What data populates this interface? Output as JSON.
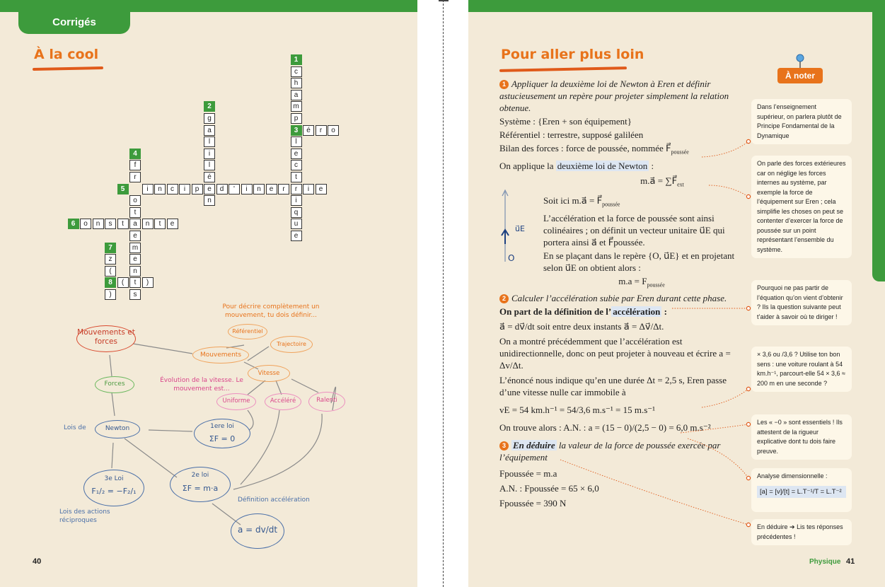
{
  "left_page": {
    "tab_label": "Corrigés",
    "section_title": "À la cool",
    "page_number": "40",
    "crossword": {
      "cells": [
        {
          "col": 7,
          "row": 1,
          "ch": "c"
        },
        {
          "col": 7,
          "row": 2,
          "ch": "h"
        },
        {
          "col": 7,
          "row": 3,
          "ch": "a"
        },
        {
          "col": 7,
          "row": 4,
          "ch": "m"
        },
        {
          "col": 7,
          "row": 5,
          "ch": "p"
        },
        {
          "col": 7,
          "row": 6,
          "ch": "é"
        },
        {
          "col": 7,
          "row": 7,
          "ch": "l"
        },
        {
          "col": 7,
          "row": 8,
          "ch": "e"
        },
        {
          "col": 7,
          "row": 9,
          "ch": "c"
        },
        {
          "col": 7,
          "row": 10,
          "ch": "t"
        },
        {
          "col": 7,
          "row": 11,
          "ch": "r"
        },
        {
          "col": 7,
          "row": 12,
          "ch": "i"
        },
        {
          "col": 7,
          "row": 13,
          "ch": "q"
        },
        {
          "col": 7,
          "row": 14,
          "ch": "u"
        },
        {
          "col": 7,
          "row": 15,
          "ch": "e"
        },
        {
          "col": 0,
          "row": 5,
          "ch": "g"
        },
        {
          "col": 0,
          "row": 6,
          "ch": "a"
        },
        {
          "col": 0,
          "row": 7,
          "ch": "l"
        },
        {
          "col": 0,
          "row": 8,
          "ch": "i"
        },
        {
          "col": 0,
          "row": 9,
          "ch": "l"
        },
        {
          "col": 0,
          "row": 10,
          "ch": "é"
        },
        {
          "col": 0,
          "row": 11,
          "ch": "e"
        },
        {
          "col": 0,
          "row": 12,
          "ch": "n"
        },
        {
          "col": 8,
          "row": 6,
          "ch": "é"
        },
        {
          "col": 9,
          "row": 6,
          "ch": "r"
        },
        {
          "col": 10,
          "row": 6,
          "ch": "o"
        },
        {
          "col": -6,
          "row": 9,
          "ch": "f"
        },
        {
          "col": -6,
          "row": 10,
          "ch": "r"
        },
        {
          "col": -6,
          "row": 12,
          "ch": "o"
        },
        {
          "col": -6,
          "row": 13,
          "ch": "t"
        },
        {
          "col": -6,
          "row": 15,
          "ch": "e"
        },
        {
          "col": -6,
          "row": 16,
          "ch": "m"
        },
        {
          "col": -6,
          "row": 17,
          "ch": "e"
        },
        {
          "col": -6,
          "row": 18,
          "ch": "n"
        },
        {
          "col": -6,
          "row": 19,
          "ch": "t"
        },
        {
          "col": -6,
          "row": 20,
          "ch": "s"
        },
        {
          "col": -7,
          "row": 11,
          "ch": "p"
        },
        {
          "col": -5,
          "row": 11,
          "ch": "i"
        },
        {
          "col": -4,
          "row": 11,
          "ch": "n"
        },
        {
          "col": -3,
          "row": 11,
          "ch": "c"
        },
        {
          "col": -2,
          "row": 11,
          "ch": "i"
        },
        {
          "col": -1,
          "row": 11,
          "ch": "p"
        },
        {
          "col": 1,
          "row": 11,
          "ch": "d"
        },
        {
          "col": 2,
          "row": 11,
          "ch": "'"
        },
        {
          "col": 3,
          "row": 11,
          "ch": "i"
        },
        {
          "col": 4,
          "row": 11,
          "ch": "n"
        },
        {
          "col": 5,
          "row": 11,
          "ch": "e"
        },
        {
          "col": 6,
          "row": 11,
          "ch": "r"
        },
        {
          "col": 8,
          "row": 11,
          "ch": "i"
        },
        {
          "col": 9,
          "row": 11,
          "ch": "e"
        },
        {
          "col": -11,
          "row": 14,
          "ch": "c"
        },
        {
          "col": -10,
          "row": 14,
          "ch": "o"
        },
        {
          "col": -9,
          "row": 14,
          "ch": "n"
        },
        {
          "col": -8,
          "row": 14,
          "ch": "s"
        },
        {
          "col": -7,
          "row": 14,
          "ch": "t"
        },
        {
          "col": -6,
          "row": 14,
          "ch": "a"
        },
        {
          "col": -5,
          "row": 14,
          "ch": "n"
        },
        {
          "col": -4,
          "row": 14,
          "ch": "t"
        },
        {
          "col": -3,
          "row": 14,
          "ch": "e"
        },
        {
          "col": -8,
          "row": 17,
          "ch": "z"
        },
        {
          "col": -8,
          "row": 18,
          "ch": "("
        },
        {
          "col": -8,
          "row": 20,
          "ch": ")"
        },
        {
          "col": -8,
          "row": 19,
          "ch": "x"
        },
        {
          "col": -7,
          "row": 19,
          "ch": "("
        },
        {
          "col": -6,
          "row": 19,
          "ch": "t"
        },
        {
          "col": -5,
          "row": 19,
          "ch": ")"
        }
      ],
      "numbers": [
        {
          "col": 7,
          "row": 0,
          "n": "1"
        },
        {
          "col": 0,
          "row": 4,
          "n": "2"
        },
        {
          "col": 7,
          "row": 6,
          "n": "3"
        },
        {
          "col": -6,
          "row": 8,
          "n": "4"
        },
        {
          "col": -7,
          "row": 11,
          "n": "5"
        },
        {
          "col": -11,
          "row": 14,
          "n": "6"
        },
        {
          "col": -8,
          "row": 16,
          "n": "7"
        },
        {
          "col": -8,
          "row": 19,
          "n": "8"
        }
      ]
    },
    "mind_map": {
      "mouvements_forces": "Mouvements et forces",
      "forces": "Forces",
      "lois_de": "Lois de",
      "newton": "Newton",
      "loi3": "3e Loi",
      "loi3_formula": "F₁/₂ = −F₂/₁",
      "lois_actions": "Lois des actions réciproques",
      "loi2": "2e loi",
      "loi2_formula": "ΣF = m·a",
      "loi1": "1ere loi",
      "loi1_formula": "ΣF = 0",
      "definition_acceleration": "Définition accélération",
      "def_formula": "a = dv/dt",
      "pour_decrire": "Pour décrire complètement un mouvement, tu dois définir...",
      "mouvements": "Mouvements",
      "referentiel": "Référentiel",
      "trajectoire": "Trajectoire",
      "vitesse": "Vitesse",
      "evolution": "Évolution de la vitesse. Le mouvement est...",
      "uniforme": "Uniforme",
      "accelere": "Accéléré",
      "ralenti": "Ralenti"
    }
  },
  "right_page": {
    "section_title": "Pour aller plus loin",
    "badge": "À noter",
    "footer_subject": "Physique",
    "page_number": "41",
    "q1": {
      "num": "1",
      "prompt": "Appliquer la deuxième loi de Newton à Eren et définir astucieusement un repère pour projeter simplement la relation obtenue.",
      "systeme": "Système : {Eren + son équipement}",
      "referentiel": "Référentiel : terrestre, supposé galiléen",
      "bilan": "Bilan des forces : force de poussée, nommée F⃗",
      "bilan_sub": "poussée",
      "applique_pre": "On applique la ",
      "applique_link": "deuxième loi de Newton",
      "applique_post": " :",
      "eq1": "m.a⃗ = ∑F⃗",
      "eq1_sub": "ext",
      "soit": "Soit ici m.a⃗ = F⃗",
      "soit_sub": "poussée",
      "para": "L’accélération et la force de poussée sont ainsi colinéaires ; on définit un vecteur unitaire u⃗E qui portera ainsi a⃗ et F⃗poussée.",
      "para2": "En se plaçant dans le repère {O, u⃗E} et en projetant selon u⃗E on obtient alors :",
      "eq2": "m.a = F",
      "eq2_sub": "poussée",
      "axis_label": "O",
      "vector_label": "u⃗E"
    },
    "q2": {
      "num": "2",
      "prompt": "Calculer l’accélération subie par Eren durant cette phase.",
      "part_pre": "On part de la définition de l’",
      "part_link": "accélération",
      "part_post": " :",
      "def": "a⃗ = dv⃗/dt soit entre deux instants a⃗ = Δv⃗/Δt.",
      "unidir": "On a montré précédemment que l’accélération est unidirectionnelle, donc on peut projeter à nouveau et écrire a = Δv/Δt.",
      "enonce": "L’énoncé nous indique qu’en une durée Δt = 2,5 s, Eren passe d’une vitesse nulle car immobile à",
      "ve": "vE = 54 km.h⁻¹ = 54/3,6 m.s⁻¹ = 15 m.s⁻¹",
      "an": "On trouve alors : A.N. : a = (15 − 0)/(2,5 − 0) = 6,0 m.s⁻²"
    },
    "q3": {
      "num": "3",
      "prompt_bold": "En déduire",
      "prompt_rest": " la valeur de la force de poussée exercée par l’équipement",
      "l1": "Fpoussée = m.a",
      "l2": "A.N. : Fpoussée = 65 × 6,0",
      "l3": "Fpoussée = 390 N"
    },
    "notes": [
      "Dans l’enseignement supérieur, on parlera plutôt de Principe Fondamental de la Dynamique",
      "On parle des forces extérieures car on néglige les forces internes au système, par exemple la force de l’équipement sur Eren ; cela simplifie les choses on peut se contenter d’exercer la force de poussée sur un point représentant l’ensemble du système.",
      "Pourquoi ne pas partir de l’équation qu’on vient d’obtenir ? Ils la question suivante peut t’aider à savoir où te diriger !",
      "× 3,6 ou /3,6 ? Utilise ton bon sens : une voiture roulant à 54 km.h⁻¹, parcourt-elle 54 × 3,6 ≈ 200 m en une seconde ?",
      "Les « −0 » sont essentiels ! Ils attestent de la rigueur explicative dont tu dois faire preuve.",
      "Analyse dimensionnelle :",
      "En déduire ➔ Lis tes réponses précédentes !"
    ],
    "dim_formula": "[a] = [v]/[t] = L.T⁻¹/T = L.T⁻²",
    "colors": {
      "green": "#3d9b3c",
      "orange": "#e8731b",
      "paper": "#f3ead8"
    }
  }
}
